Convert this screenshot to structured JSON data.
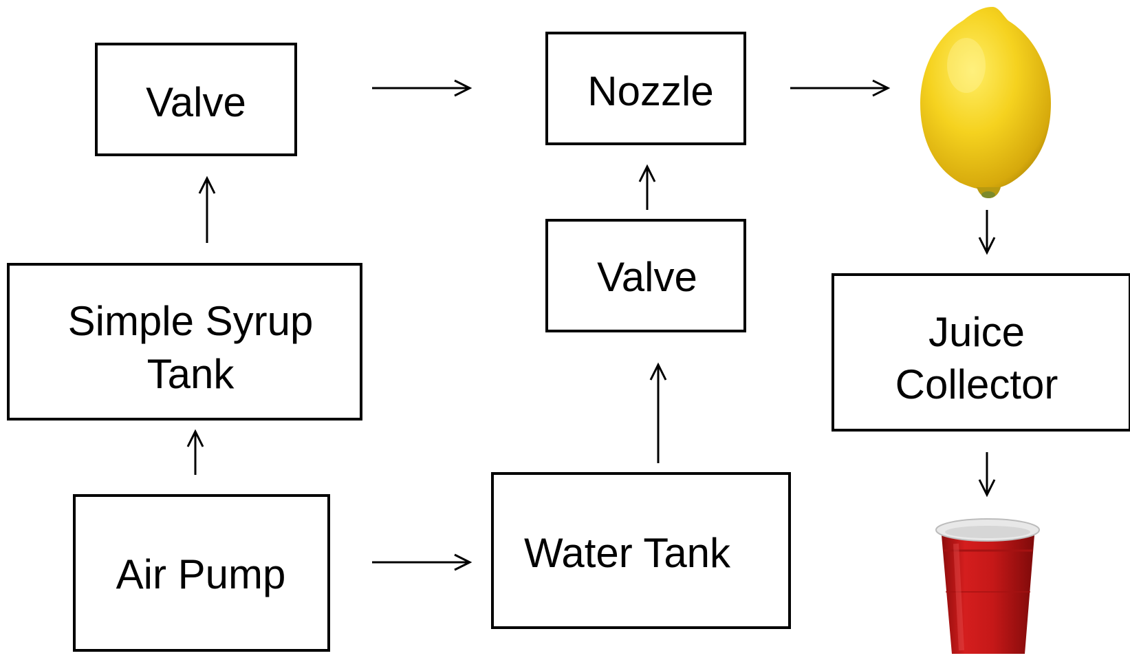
{
  "nodes": {
    "valve_top": {
      "label": "Valve"
    },
    "simple_syrup_tank": {
      "line1": "Simple Syrup",
      "line2": "Tank"
    },
    "air_pump": {
      "label": "Air Pump"
    },
    "nozzle": {
      "label": "Nozzle"
    },
    "valve_middle": {
      "label": "Valve"
    },
    "water_tank": {
      "label": "Water Tank"
    },
    "juice_collector": {
      "line1": "Juice",
      "line2": "Collector"
    }
  },
  "images": {
    "lemon": {
      "icon": "lemon-icon",
      "color": "#f2cf1e"
    },
    "cup": {
      "icon": "red-cup-icon",
      "color": "#c01717"
    }
  }
}
